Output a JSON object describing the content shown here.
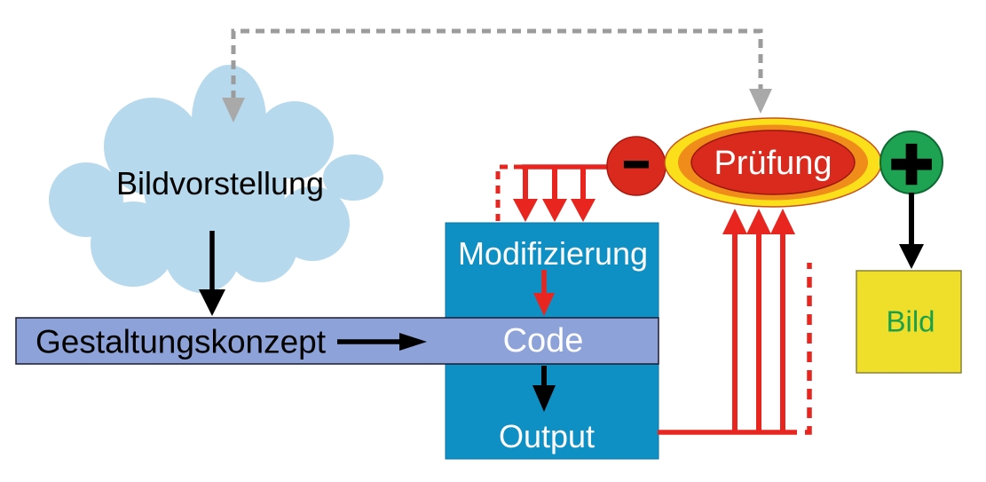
{
  "cloud": {
    "label": "Bildvorstellung"
  },
  "concept": {
    "label": "Gestaltungskonzept"
  },
  "process": {
    "modification": "Modifizierung",
    "code": "Code",
    "output": "Output"
  },
  "check": {
    "label": "Prüfung",
    "minus_symbol": "−",
    "plus_symbol": "+"
  },
  "result": {
    "label": "Bild"
  },
  "colors": {
    "cloud": "#b6d9ed",
    "bar": "#8da2d8",
    "box": "#0f90c5",
    "red": "#e8251e",
    "red-deep": "#da2a1e",
    "yellow": "#fbdf1b",
    "orange": "#f08c19",
    "green": "#1da351",
    "bild-yellow": "#efdf2b",
    "bild-border": "#8a8334",
    "bild-text": "#1aa04b",
    "gray": "#9c9c9c",
    "gray-arrow": "#a9a9a9"
  }
}
